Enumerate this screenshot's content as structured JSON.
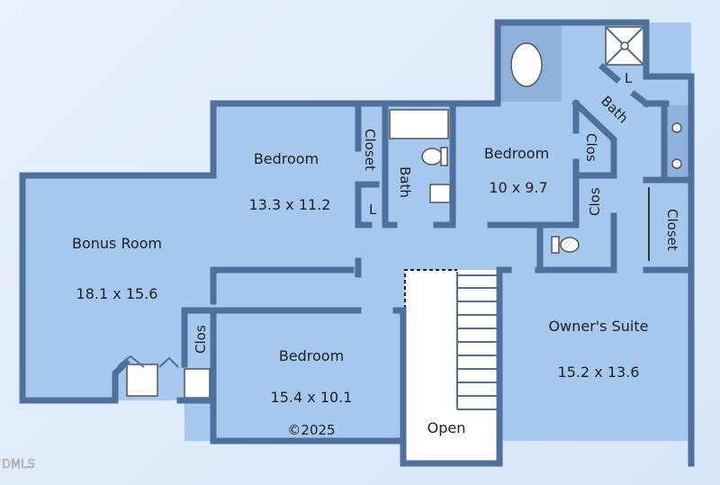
{
  "rooms": {
    "bonus": {
      "name": "Bonus Room",
      "size": "18.1 x 15.6"
    },
    "bedroom_left": {
      "name": "Bedroom",
      "size": "13.3 x 11.2"
    },
    "bedroom_mid": {
      "name": "Bedroom",
      "size": "10 x 9.7"
    },
    "bedroom_bottom": {
      "name": "Bedroom",
      "size": "15.4 x 10.1"
    },
    "owners_suite": {
      "name": "Owner's Suite",
      "size": "15.2 x 13.6"
    },
    "open": {
      "name": "Open"
    },
    "hall_bath": {
      "name": "Bath"
    },
    "owners_bath": {
      "name": "Bath"
    },
    "closet_left": {
      "name": "Closet"
    },
    "closet_right": {
      "name": "Closet"
    },
    "clos_mid_upper": {
      "name": "Clos"
    },
    "clos_mid_lower": {
      "name": "Clos"
    },
    "clos_bonus": {
      "name": "Clos"
    },
    "linen_left": {
      "name": "L"
    },
    "linen_bath": {
      "name": "L"
    }
  },
  "copyright": "©2025",
  "watermark": "DMLS",
  "colors": {
    "room": "#a7c8ee",
    "wall": "#4f6f9c",
    "background": "#dceaf9"
  }
}
